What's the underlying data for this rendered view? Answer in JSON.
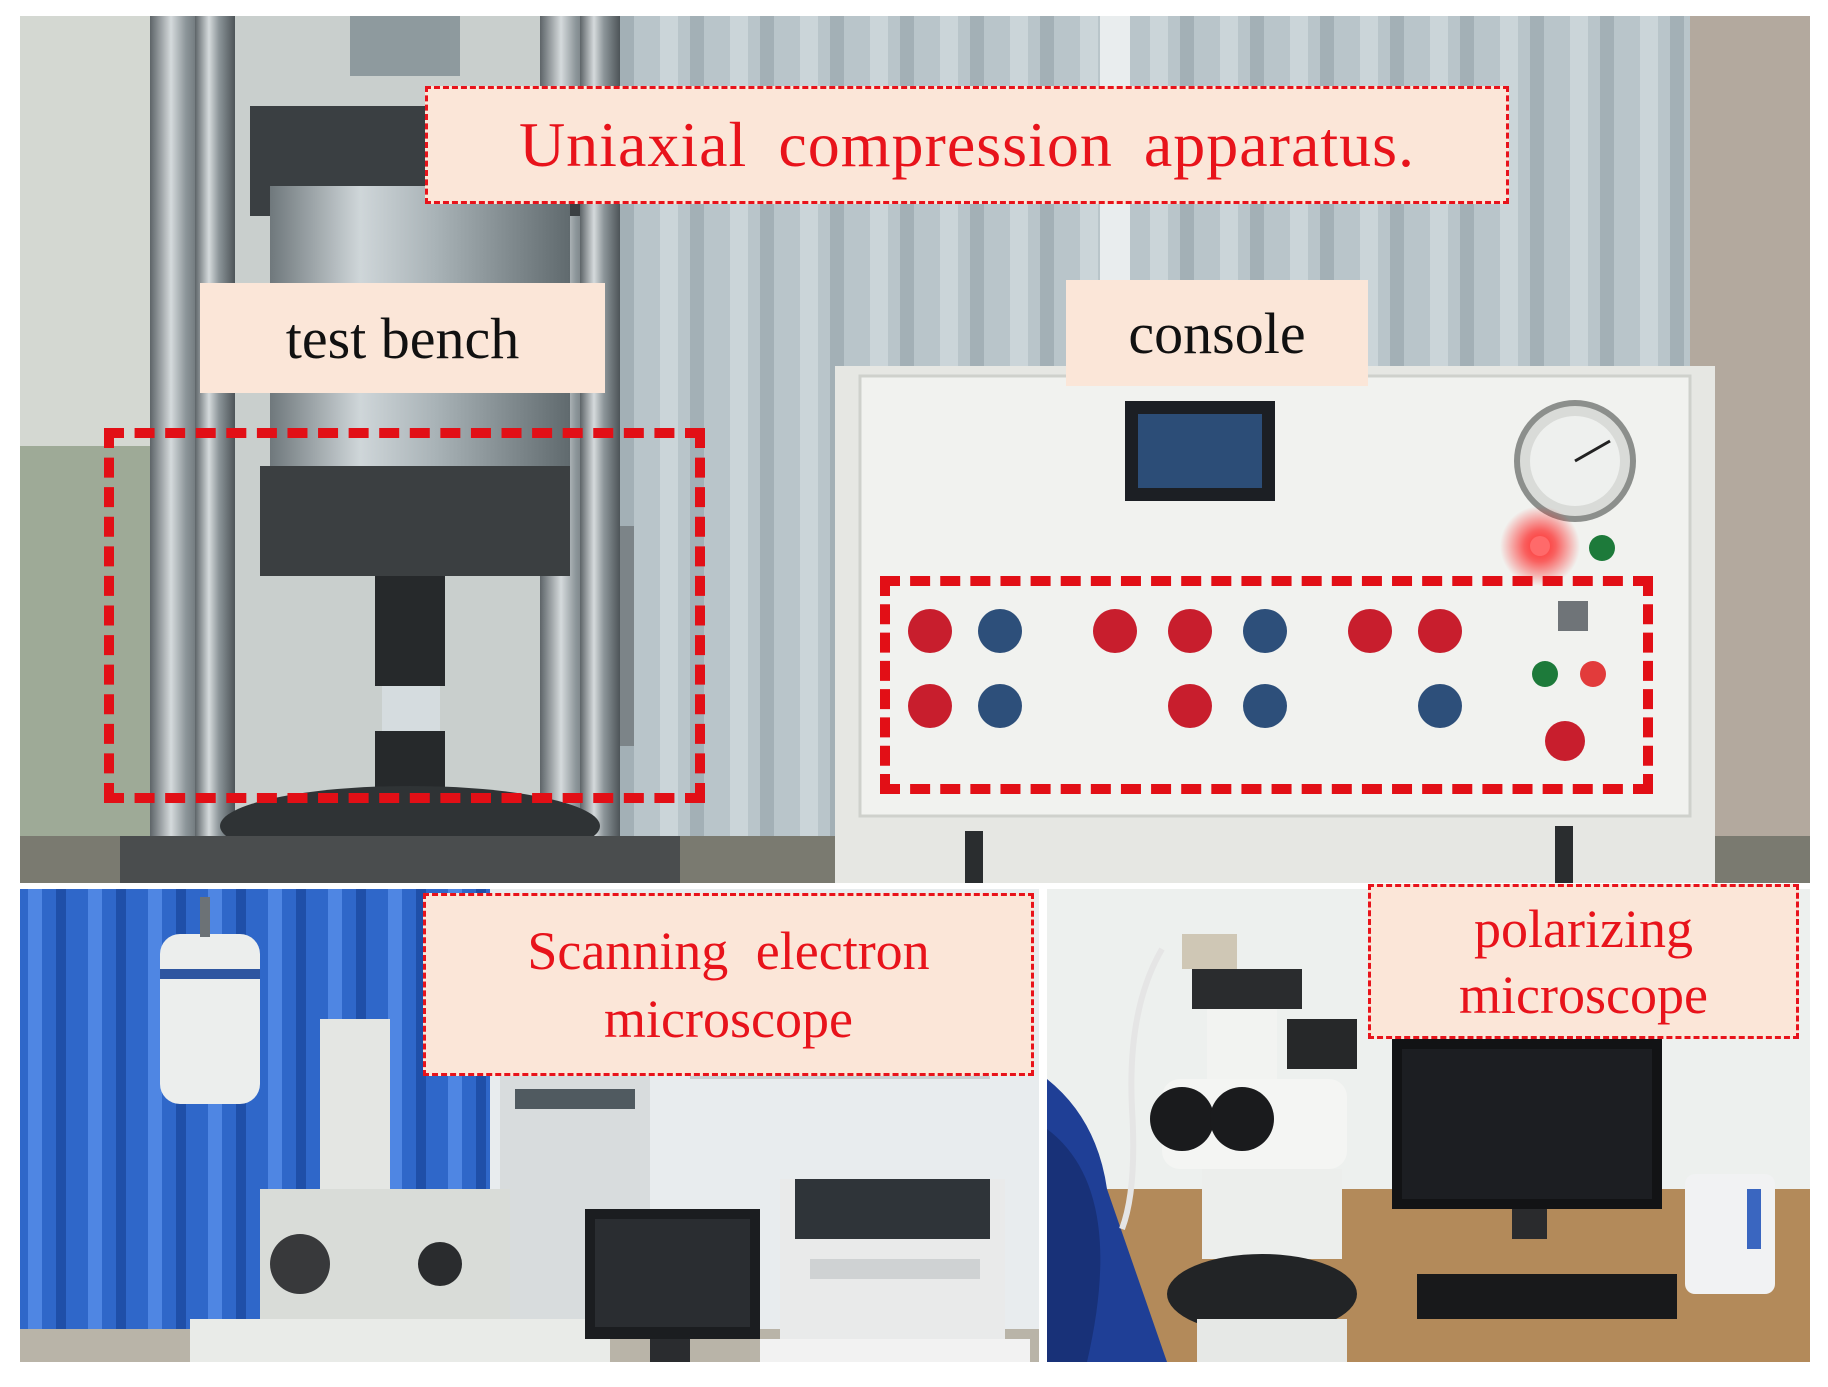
{
  "figure": {
    "labels": {
      "uniaxial": "Uniaxial compression apparatus.",
      "test_bench": "test bench",
      "console": "console",
      "sem_line1": "Scanning electron",
      "sem_line2": "microscope",
      "pol_line1": "polarizing",
      "pol_line2": "microscope"
    },
    "colors": {
      "highlight_red": "#e20f16",
      "label_background": "#fbe6d8"
    }
  }
}
